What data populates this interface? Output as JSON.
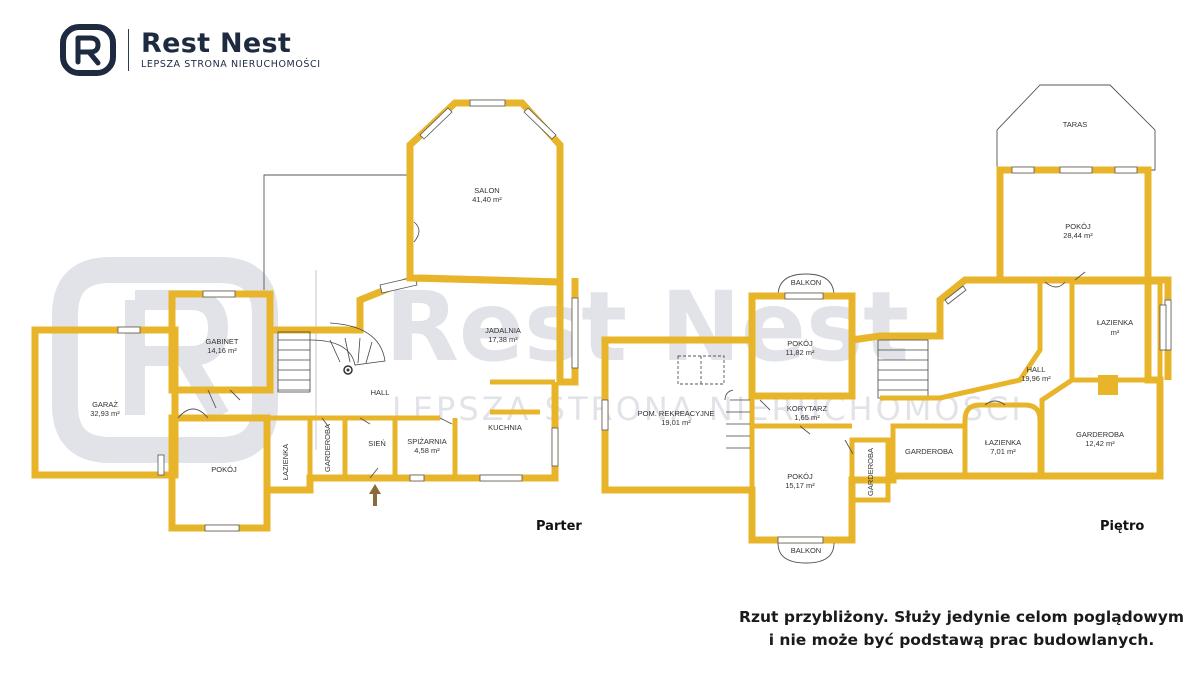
{
  "brand": {
    "name": "Rest Nest",
    "tagline": "LEPSZA STRONA NIERUCHOMOŚCI"
  },
  "floors": {
    "ground": "Parter",
    "upper": "Piętro"
  },
  "rooms": {
    "salon": {
      "name": "SALON",
      "area": "41,40 m²"
    },
    "gabinet": {
      "name": "GABINET",
      "area": "14,16 m²"
    },
    "jadalnia": {
      "name": "JADALNIA",
      "area": "17,38 m²"
    },
    "garaz": {
      "name": "GARAŻ",
      "area": "32,93 m²"
    },
    "hall_ground": {
      "name": "HALL"
    },
    "kuchnia": {
      "name": "KUCHNIA"
    },
    "pokoj_ground": {
      "name": "POKÓJ"
    },
    "lazienka_ground": {
      "name": "ŁAZIENKA"
    },
    "garderoba_ground": {
      "name": "GARDEROBA"
    },
    "sien": {
      "name": "SIEŃ"
    },
    "spizarnia": {
      "name": "SPIŻARNIA",
      "area": "4,58 m²"
    },
    "taras": {
      "name": "TARAS"
    },
    "pokoj_big": {
      "name": "POKÓJ",
      "area": "28,44 m²"
    },
    "balkon_top": {
      "name": "BALKON"
    },
    "pokoj_small": {
      "name": "POKÓJ",
      "area": "11,82 m²"
    },
    "lazienka_upper": {
      "name": "ŁAZIENKA",
      "area": "m²"
    },
    "hall_upper": {
      "name": "HALL",
      "area": "19,96 m²"
    },
    "pom_rekreacyjne": {
      "name": "POM. REKREACYJNE",
      "area": "19,01 m²"
    },
    "korytarz": {
      "name": "KORYTARZ",
      "area": "1,65 m²"
    },
    "lazienka_upper2": {
      "name": "ŁAZIENKA",
      "area": "7,01 m²"
    },
    "garderoba_big": {
      "name": "GARDEROBA",
      "area": "12,42 m²"
    },
    "garderoba_upper": {
      "name": "GARDEROBA"
    },
    "garderoba_upper_v": {
      "name": "GARDEROBA"
    },
    "pokoj_lower": {
      "name": "POKÓJ",
      "area": "15,17 m²"
    },
    "balkon_bottom": {
      "name": "BALKON"
    }
  },
  "disclaimer": {
    "line1": "Rzut przybliżony. Służy jedynie celom poglądowym",
    "line2": "i nie może być podstawą prac budowlanych."
  },
  "colors": {
    "wall": "#e8b42a",
    "wall_outline": "#3a3a3a",
    "brand": "#1e2a40",
    "watermark": "#cfd3dc"
  }
}
